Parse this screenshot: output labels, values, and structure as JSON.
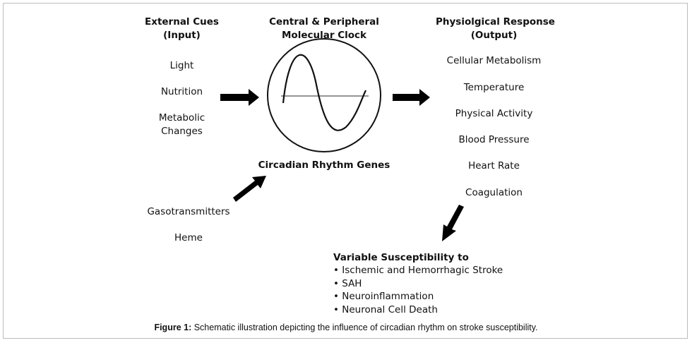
{
  "input": {
    "title_line1": "External Cues",
    "title_line2": "(Input)",
    "items": [
      "Light",
      "Nutrition",
      "Metabolic",
      "Changes"
    ]
  },
  "clock": {
    "title_line1": "Central & Peripheral",
    "title_line2": "Molecular Clock",
    "genes_label": "Circadian Rhythm Genes"
  },
  "output": {
    "title_line1": "Physiolgical Response",
    "title_line2": "(Output)",
    "items": [
      "Cellular Metabolism",
      "Temperature",
      "Physical Activity",
      "Blood Pressure",
      "Heart Rate",
      "Coagulation"
    ]
  },
  "modulators": [
    "Gasotransmitters",
    "Heme"
  ],
  "susceptibility": {
    "title": "Variable Susceptibility to",
    "bullets": [
      "• Ischemic and Hemorrhagic Stroke",
      "• SAH",
      "• Neuroinflammation",
      "• Neuronal Cell Death"
    ]
  },
  "caption": {
    "label": "Figure 1:",
    "text": " Schematic illustration depicting the influence of circadian rhythm on stroke susceptibility."
  }
}
